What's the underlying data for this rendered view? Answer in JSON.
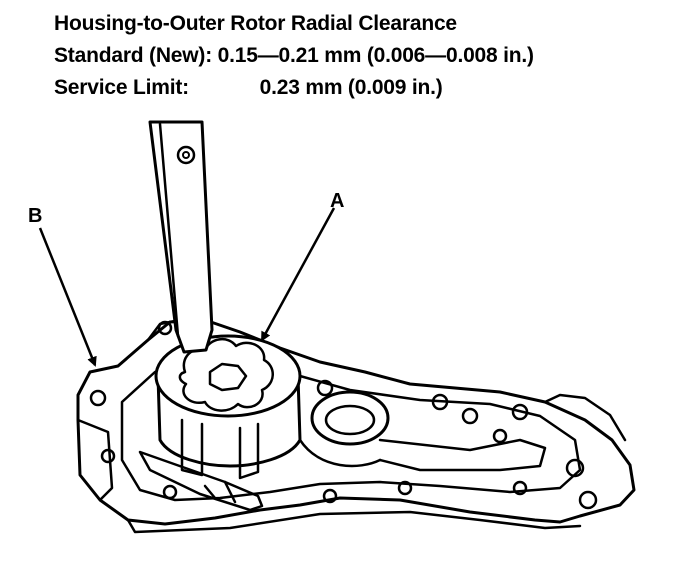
{
  "title": "Housing-to-Outer Rotor Radial Clearance",
  "standard": {
    "label": "Standard (New):",
    "value": "0.15—0.21 mm (0.006—0.008 in.)"
  },
  "service_limit": {
    "label": "Service Limit:",
    "value": "0.23 mm (0.009 in.)"
  },
  "callouts": {
    "a": "A",
    "b": "B"
  },
  "colors": {
    "ink": "#000000",
    "paper": "#ffffff"
  }
}
